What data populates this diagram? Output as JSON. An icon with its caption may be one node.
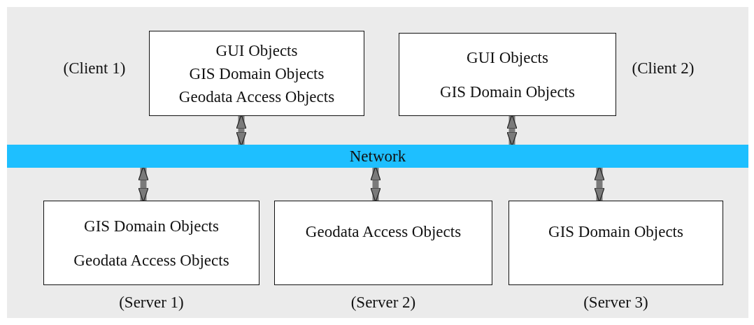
{
  "diagram": {
    "nodes": [
      {
        "text": [
          "GUI Objects",
          "GIS Domain Objects",
          "Geodata Access Objects"
        ],
        "beside": [
          "(Client 1)"
        ]
      },
      {
        "text": [
          "GUI Objects",
          "GIS Domain Objects"
        ],
        "beside": [
          "(Client 2)"
        ]
      },
      {
        "text": [
          "Network"
        ]
      },
      {
        "text": [
          "GIS Domain Objects",
          "Geodata Access Objects"
        ],
        "beside": [
          "(Server 1)"
        ]
      },
      {
        "text": [
          "Geodata Access Objects"
        ],
        "beside": [
          "(Server 2)"
        ]
      },
      {
        "text": [
          "GIS Domain Objects"
        ],
        "beside": [
          "(Server 3)"
        ]
      }
    ],
    "edges": [
      {
        "from": 0,
        "to": 2,
        "arrow": "both"
      },
      {
        "from": 1,
        "to": 2,
        "arrow": "both"
      },
      {
        "from": 2,
        "to": 3,
        "arrow": "both"
      },
      {
        "from": 2,
        "to": 4,
        "arrow": "both"
      },
      {
        "from": 2,
        "to": 5,
        "arrow": "both"
      }
    ]
  }
}
